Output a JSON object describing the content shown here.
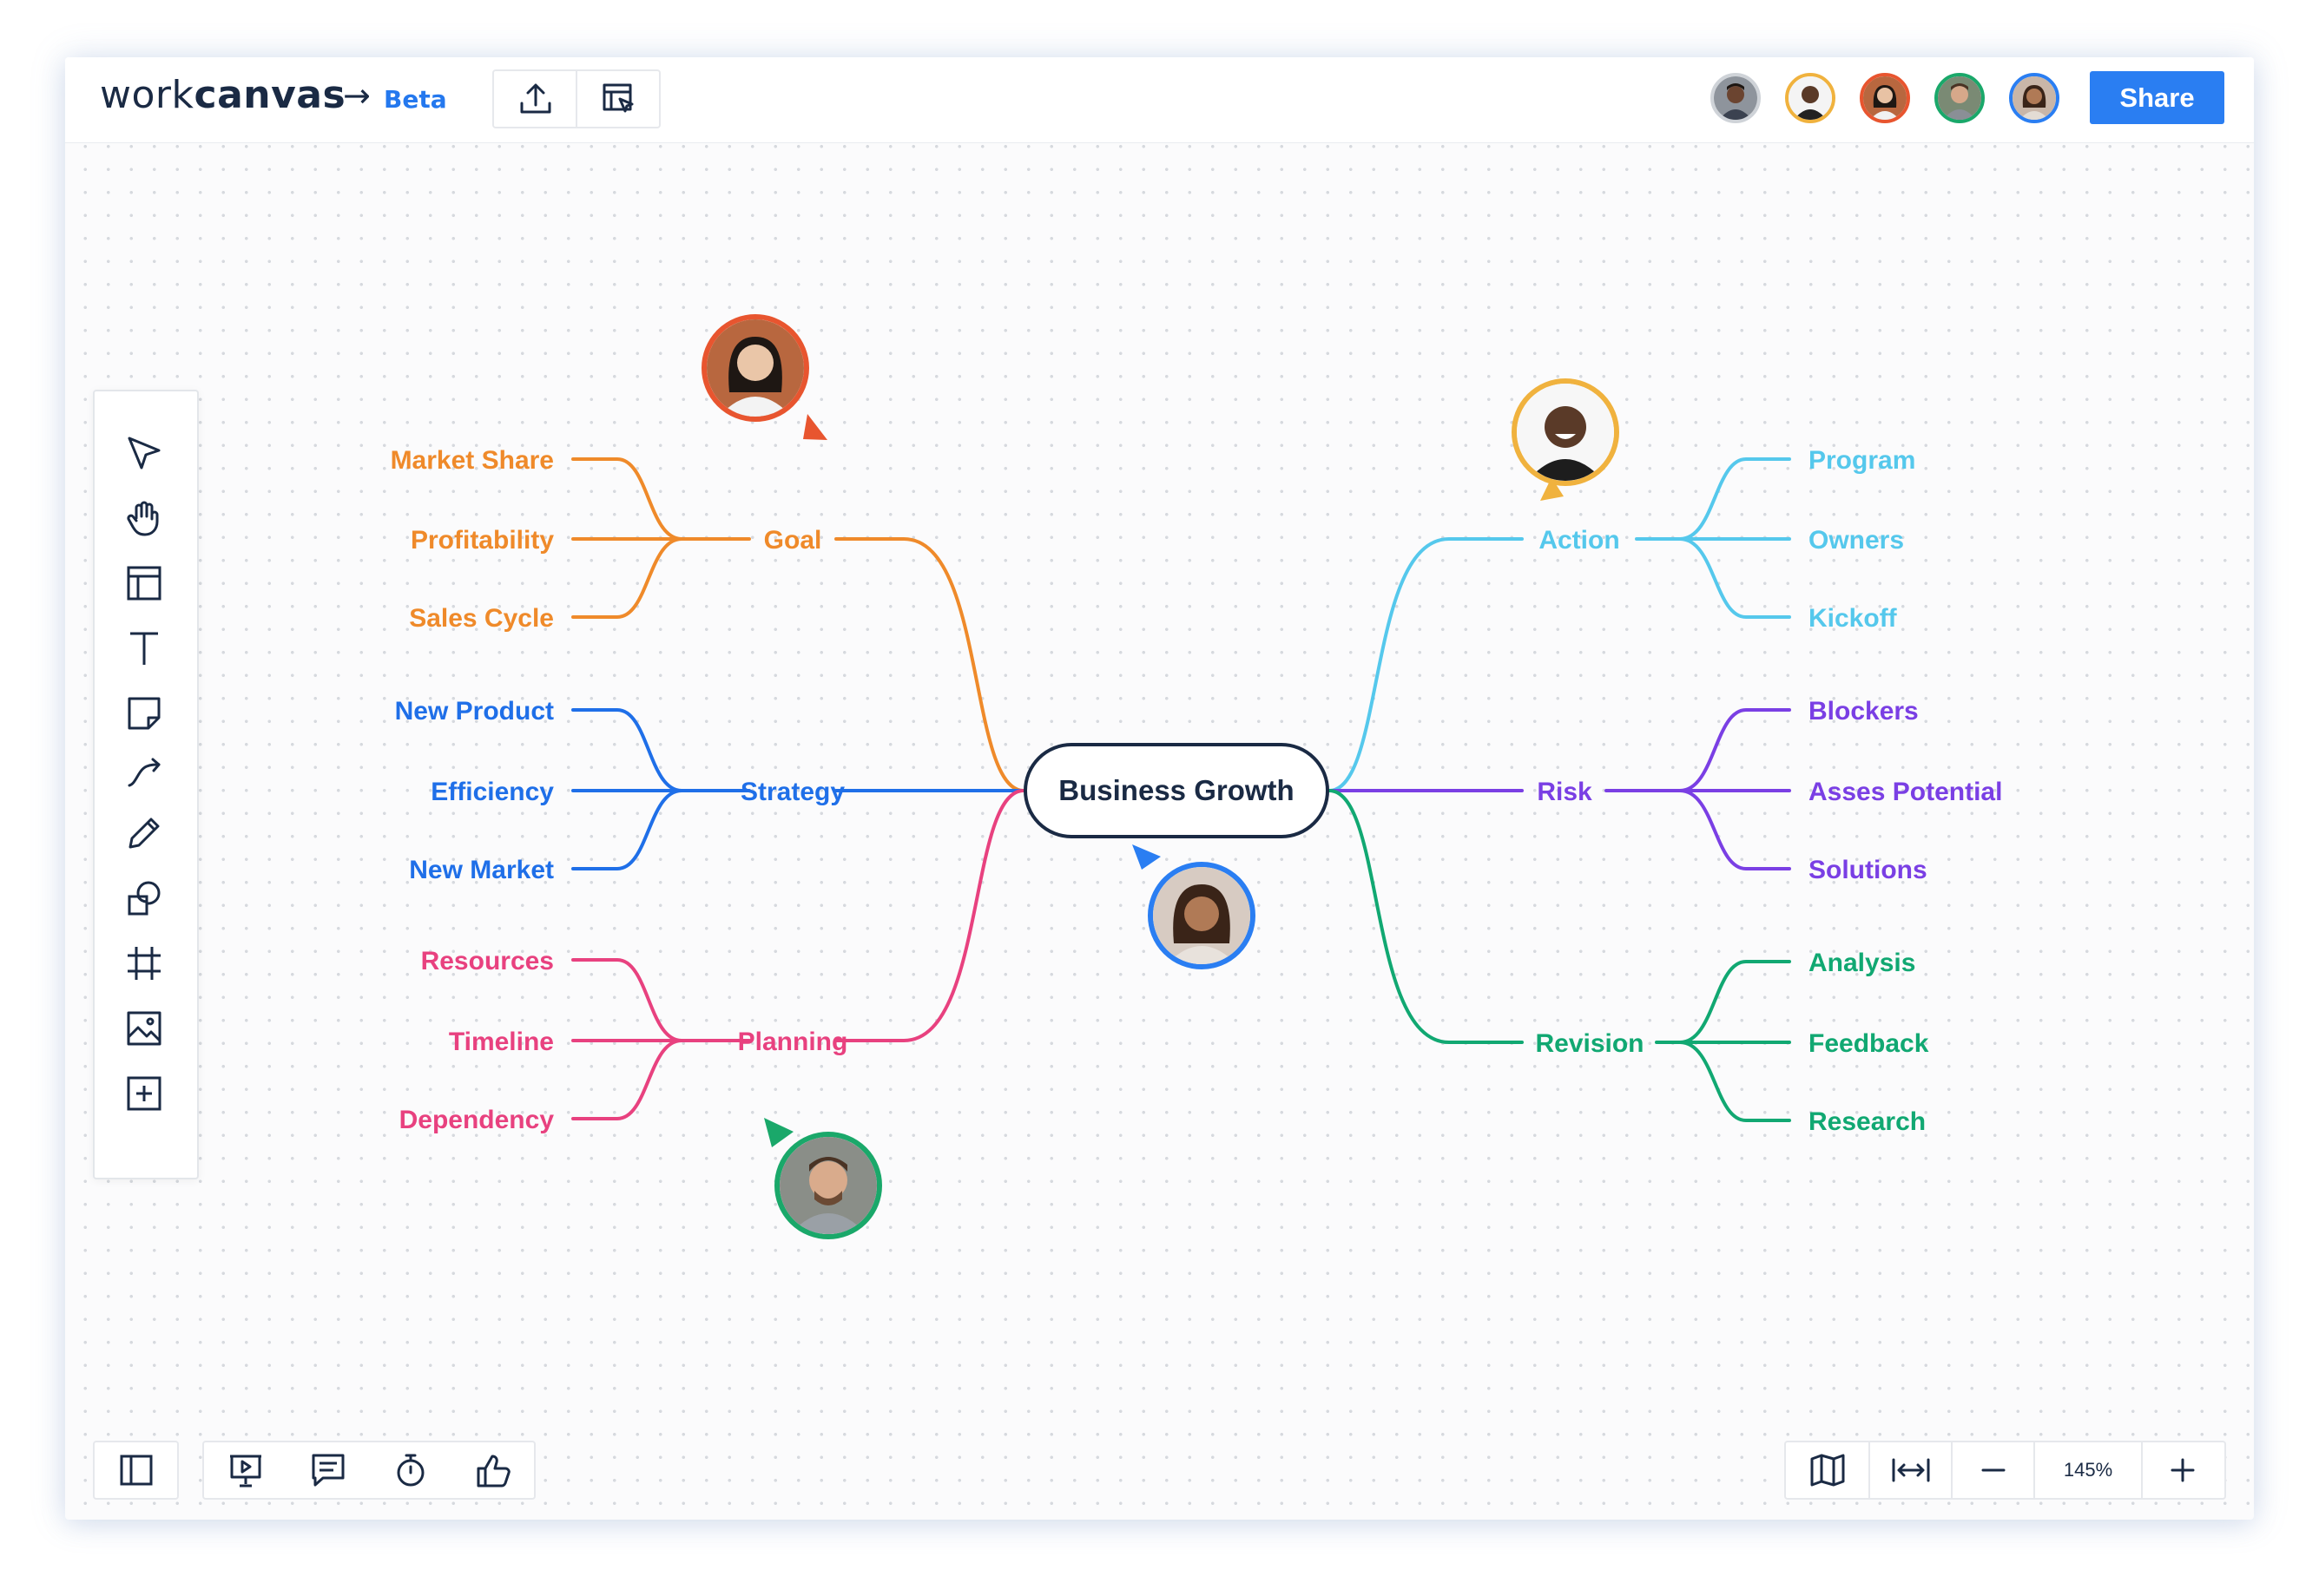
{
  "app": {
    "logo_light": "work",
    "logo_bold": "canvas",
    "logo_arrow": "→",
    "badge": "Beta",
    "share_label": "Share",
    "zoom_level": "145%"
  },
  "header": {
    "toolbar_icons": [
      "upload-icon",
      "export-board-icon"
    ],
    "collaborators": [
      {
        "name": "collaborator-1",
        "ring_color": "#cfd3d8"
      },
      {
        "name": "collaborator-2",
        "ring_color": "#f0b23e"
      },
      {
        "name": "collaborator-3",
        "ring_color": "#e8552f"
      },
      {
        "name": "collaborator-4",
        "ring_color": "#1aa86a"
      },
      {
        "name": "collaborator-5",
        "ring_color": "#2a7ef2"
      }
    ]
  },
  "tools": [
    "select-icon",
    "hand-icon",
    "template-icon",
    "text-icon",
    "sticky-note-icon",
    "connector-icon",
    "pen-icon",
    "shapes-icon",
    "frame-icon",
    "image-icon",
    "add-icon"
  ],
  "bottom_left": [
    "sidebar-panel-icon",
    "presentation-icon",
    "comment-icon",
    "timer-icon",
    "like-icon"
  ],
  "bottom_right": [
    "map-icon",
    "fit-width-icon",
    "zoom-out-icon",
    "zoom-in-icon"
  ],
  "mindmap": {
    "center": "Business Growth",
    "colors": {
      "goal": "#ef8a2a",
      "strategy": "#1f6fe8",
      "planning": "#e8417f",
      "action": "#55c8ec",
      "risk": "#7a3fe4",
      "revision": "#11a872"
    },
    "branches": [
      {
        "key": "goal",
        "label": "Goal",
        "children": [
          "Market Share",
          "Profitability",
          "Sales Cycle"
        ]
      },
      {
        "key": "strategy",
        "label": "Strategy",
        "children": [
          "New Product",
          "Efficiency",
          "New Market"
        ]
      },
      {
        "key": "planning",
        "label": "Planning",
        "children": [
          "Resources",
          "Timeline",
          "Dependency"
        ]
      },
      {
        "key": "action",
        "label": "Action",
        "children": [
          "Program",
          "Owners",
          "Kickoff"
        ]
      },
      {
        "key": "risk",
        "label": "Risk",
        "children": [
          "Blockers",
          "Asses Potential",
          "Solutions"
        ]
      },
      {
        "key": "revision",
        "label": "Revision",
        "children": [
          "Analysis",
          "Feedback",
          "Research"
        ]
      }
    ]
  },
  "collaborator_cursors": [
    {
      "name": "collaborator-cursor-red",
      "color": "#e8552f"
    },
    {
      "name": "collaborator-cursor-yellow",
      "color": "#f0b23e"
    },
    {
      "name": "collaborator-cursor-blue",
      "color": "#2a7ef2"
    },
    {
      "name": "collaborator-cursor-green",
      "color": "#1aa86a"
    }
  ]
}
